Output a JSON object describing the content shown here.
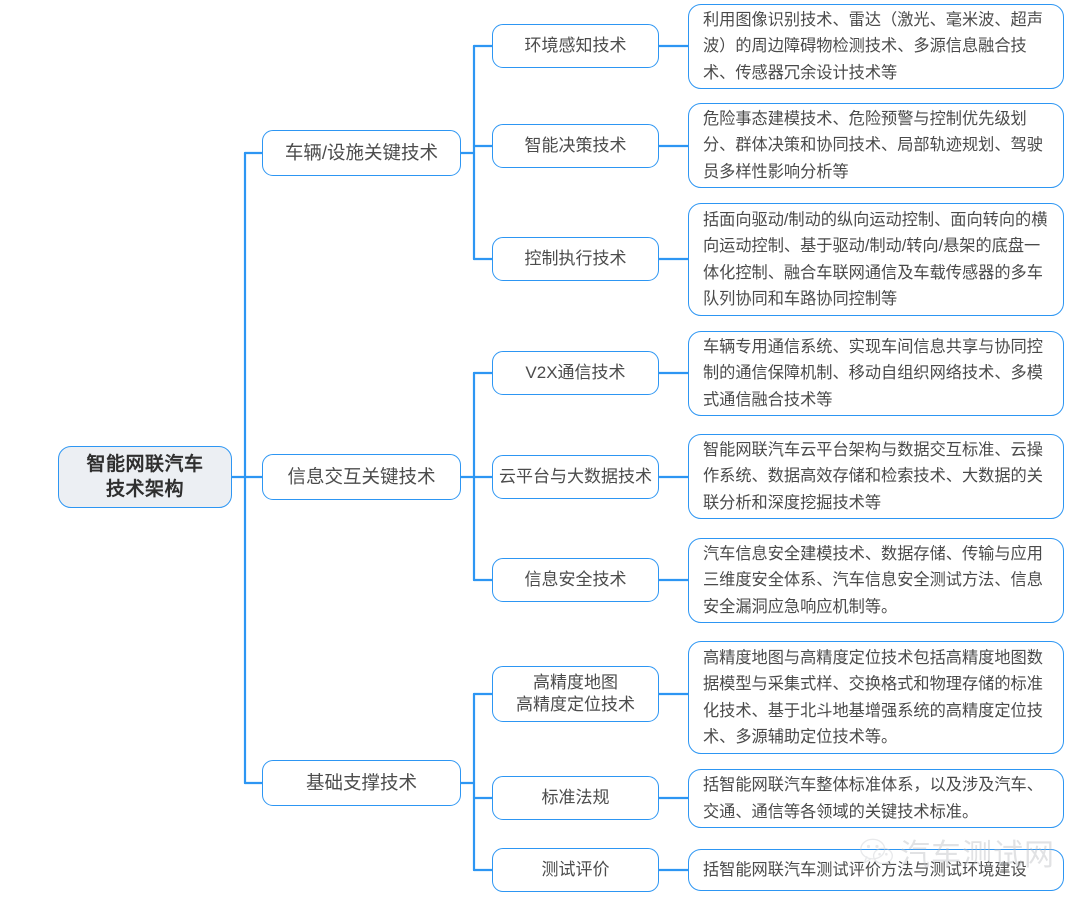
{
  "diagram": {
    "title": "智能网联汽车技术架构",
    "type": "mind-map",
    "colors": {
      "connector": "#2d96f3",
      "node_border": "#2d96f3",
      "node_fill": "#ffffff",
      "root_fill": "#eceff3",
      "text": "#4a4a4a",
      "background": "#ffffff",
      "watermark": "#b9bcc0"
    }
  },
  "root": {
    "label": "智能网联汽车\n技术架构"
  },
  "branches": [
    {
      "label": "车辆/设施关键技术",
      "topics": [
        {
          "label": "环境感知技术",
          "detail": "利用图像识别技术、雷达（激光、毫米波、超声波）的周边障碍物检测技术、多源信息融合技术、传感器冗余设计技术等"
        },
        {
          "label": "智能决策技术",
          "detail": "危险事态建模技术、危险预警与控制优先级划分、群体决策和协同技术、局部轨迹规划、驾驶员多样性影响分析等"
        },
        {
          "label": "控制执行技术",
          "detail": "括面向驱动/制动的纵向运动控制、面向转向的横向运动控制、基于驱动/制动/转向/悬架的底盘一体化控制、融合车联网通信及车载传感器的多车队列协同和车路协同控制等"
        }
      ]
    },
    {
      "label": "信息交互关键技术",
      "topics": [
        {
          "label": "V2X通信技术",
          "detail": "车辆专用通信系统、实现车间信息共享与协同控制的通信保障机制、移动自组织网络技术、多模式通信融合技术等"
        },
        {
          "label": "云平台与大数据技术",
          "detail": "智能网联汽车云平台架构与数据交互标准、云操作系统、数据高效存储和检索技术、大数据的关联分析和深度挖掘技术等"
        },
        {
          "label": "信息安全技术",
          "detail": "汽车信息安全建模技术、数据存储、传输与应用三维度安全体系、汽车信息安全测试方法、信息安全漏洞应急响应机制等。"
        }
      ]
    },
    {
      "label": "基础支撑技术",
      "topics": [
        {
          "label": "高精度地图\n高精度定位技术",
          "detail": "高精度地图与高精度定位技术包括高精度地图数据模型与采集式样、交换格式和物理存储的标准化技术、基于北斗地基增强系统的高精度定位技术、多源辅助定位技术等。"
        },
        {
          "label": "标准法规",
          "detail": "括智能网联汽车整体标准体系，以及涉及汽车、交通、通信等各领域的关键技术标准。"
        },
        {
          "label": "测试评价",
          "detail": "括智能网联汽车测试评价方法与测试环境建设"
        }
      ]
    }
  ],
  "watermark": {
    "text": "汽车测试网",
    "icon": "wechat-icon"
  }
}
